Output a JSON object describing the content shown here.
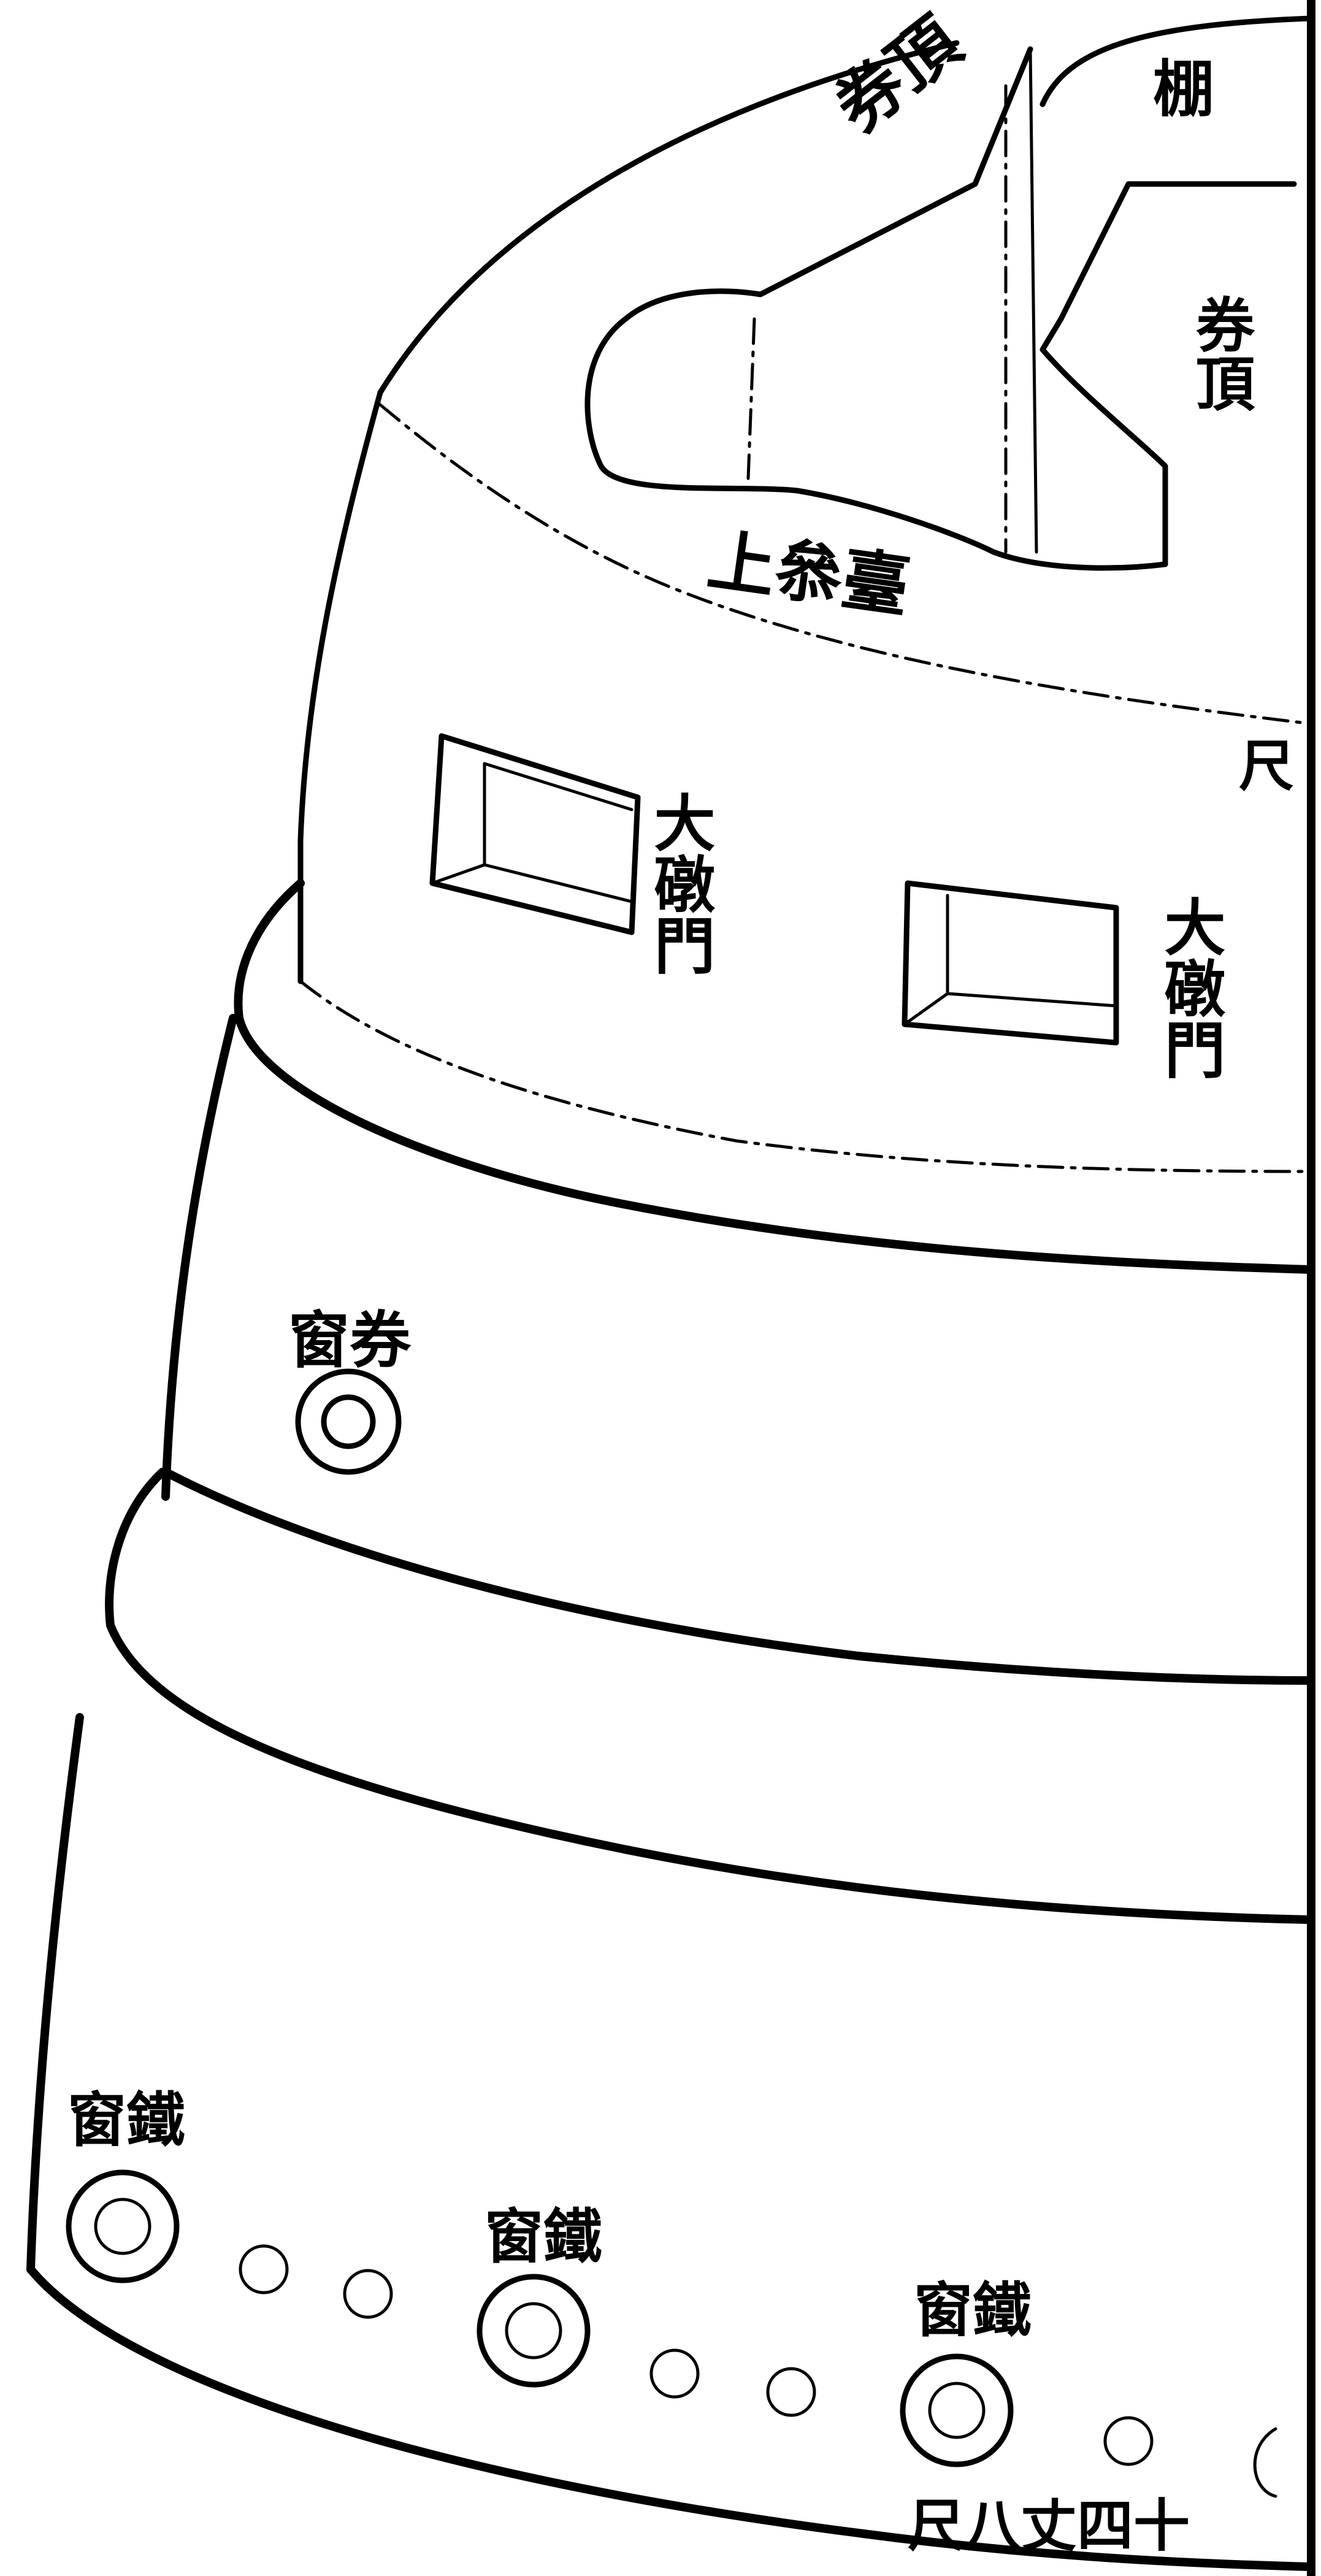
{
  "labels": {
    "vault_top_left": "券頂",
    "shed": "棚",
    "vault_top_right": "券頂",
    "upper_outer_ring": "上叅臺",
    "chi_mark": "尺",
    "big_gate_left": "大礅門",
    "big_gate_right": "大礅門",
    "vault_window": "窗券",
    "gun_window_left": "窗鐵",
    "gun_window_mid": "窗鐵",
    "gun_window_right": "窗鐵",
    "dimension_note": "尺八丈四十"
  },
  "colors": {
    "ink": "#000000",
    "paper": "#ffffff"
  }
}
